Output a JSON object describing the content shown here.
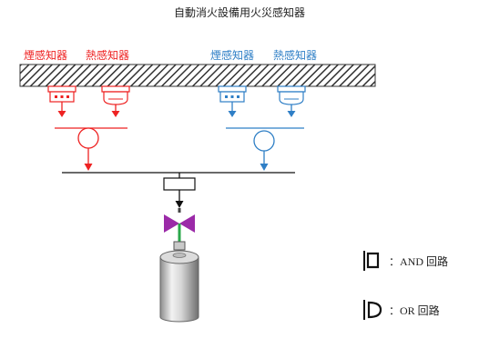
{
  "title": "自動消火設備用火災感知器",
  "red_group": {
    "smoke_label": "煙感知器",
    "heat_label": "熱感知器",
    "color": "#ee2222"
  },
  "blue_group": {
    "smoke_label": "煙感知器",
    "heat_label": "熱感知器",
    "color": "#2f7fc6"
  },
  "legend": {
    "and_label": "：AND 回路",
    "or_label": "：OR 回路"
  },
  "colors": {
    "valve": "#9b2aa8",
    "pipe": "#2aa84a",
    "line": "#111111"
  }
}
